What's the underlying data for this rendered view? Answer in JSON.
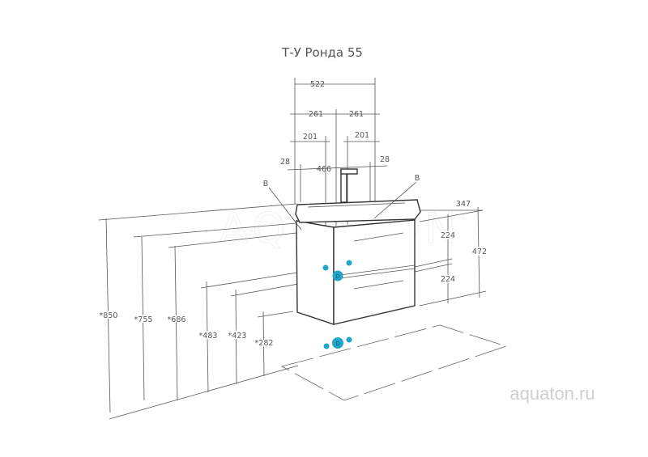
{
  "title": "Т-У Ронда 55",
  "dimensions": {
    "width_total": "522",
    "half_left": "261",
    "half_right": "261",
    "offset_left": "201",
    "offset_right": "201",
    "edge_left": "28",
    "inner_width": "466",
    "edge_right": "28",
    "depth": "347",
    "drawer_top": "224",
    "drawer_bottom": "224",
    "height": "472",
    "h850": "*850",
    "h755": "*755",
    "h686": "*686",
    "h483": "*483",
    "h423": "*423",
    "h282": "*282"
  },
  "labels": {
    "b_left": "B",
    "b_right": "B",
    "c": "C",
    "d": "D"
  },
  "watermark": "AQUATON",
  "website": "aquaton.ru",
  "colors": {
    "marker": "#1fa6c9",
    "line": "#555555"
  }
}
